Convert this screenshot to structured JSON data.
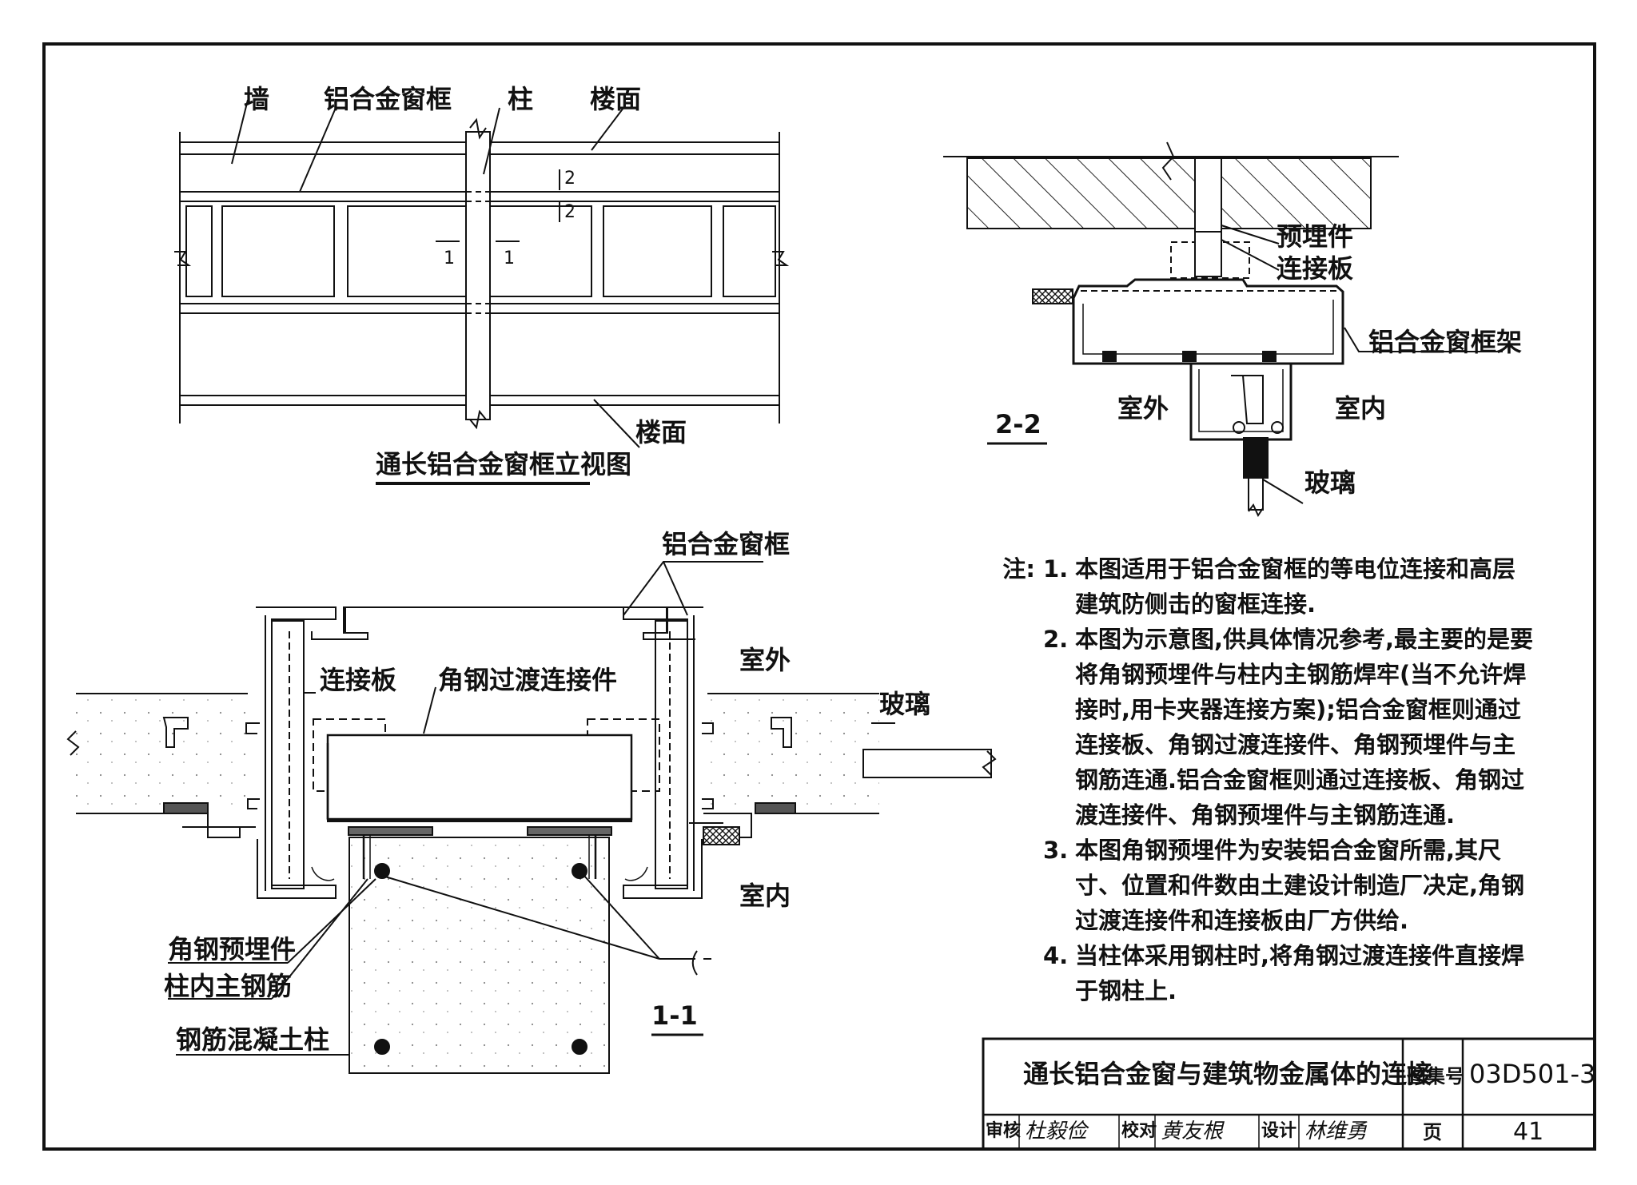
{
  "elevation": {
    "title": "通长铝合金窗框立视图",
    "label_wall": "墙",
    "label_frame": "铝合金窗框",
    "label_column": "柱",
    "label_floor_top": "楼面",
    "label_floor_bottom": "楼面",
    "sec2_top": "2",
    "sec2_bottom": "2",
    "sec1_left": "1",
    "sec1_right": "1"
  },
  "section22": {
    "title": "2-2",
    "label_embedded": "预埋件",
    "label_plate": "连接板",
    "label_frame": "铝合金窗框架",
    "label_outdoor": "室外",
    "label_indoor": "室内",
    "label_glass": "玻璃"
  },
  "section11": {
    "title": "1-1",
    "label_frame": "铝合金窗框",
    "label_plate": "连接板",
    "label_angle_transition": "角钢过渡连接件",
    "label_outdoor": "室外",
    "label_glass": "玻璃",
    "label_indoor": "室内",
    "label_angle_embedded": "角钢预埋件",
    "label_rebar": "柱内主钢筋",
    "label_column": "钢筋混凝土柱"
  },
  "notes": {
    "prefix": "注:",
    "items": [
      {
        "num": "1.",
        "text": "本图适用于铝合金窗框的等电位连接和高层建筑防侧击的窗框连接."
      },
      {
        "num": "2.",
        "text": "本图为示意图,供具体情况参考,最主要的是要将角钢预埋件与柱内主钢筋焊牢(当不允许焊接时,用卡夹器连接方案);铝合金窗框则通过连接板、角钢过渡连接件、角钢预埋件与主钢筋连通.铝合金窗框则通过连接板、角钢过渡连接件、角钢预埋件与主钢筋连通."
      },
      {
        "num": "3.",
        "text": "本图角钢预埋件为安装铝合金窗所需,其尺寸、位置和件数由土建设计制造厂决定,角钢过渡连接件和连接板由厂方供给."
      },
      {
        "num": "4.",
        "text": "当柱体采用钢柱时,将角钢过渡连接件直接焊于钢柱上."
      }
    ]
  },
  "title_block": {
    "drawing_title": "通长铝合金窗与建筑物金属体的连接",
    "atlas_label": "图集号",
    "atlas_number": "03D501-3",
    "review_label": "审核",
    "review_sign": "杜毅俭",
    "check_label": "校对",
    "check_sign": "黄友根",
    "design_label": "设计",
    "design_sign": "林维勇",
    "page_label": "页",
    "page_number": "41"
  }
}
